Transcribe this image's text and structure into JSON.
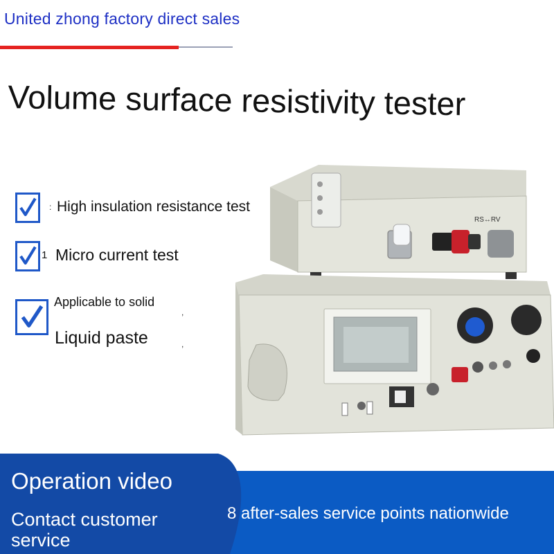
{
  "brand": "United zhong factory direct sales",
  "headline": "Volume surface resistivity tester",
  "features": [
    {
      "text": "High insulation resistance test"
    },
    {
      "prefix": "1",
      "text": "Micro current test"
    },
    {
      "line1": "Applicable to solid",
      "line2": "Liquid paste"
    }
  ],
  "device_labels": {
    "range": "RS↔RV"
  },
  "footer": {
    "operation": "Operation video",
    "contact": "Contact customer service",
    "after_sales": "8 after-sales service points nationwide"
  },
  "colors": {
    "brand_blue": "#1d2fc4",
    "accent_red": "#e52321",
    "footer_blue": "#0b5bc4",
    "check_blue": "#1f58c8"
  },
  "icons": [
    "checkmark-icon"
  ]
}
